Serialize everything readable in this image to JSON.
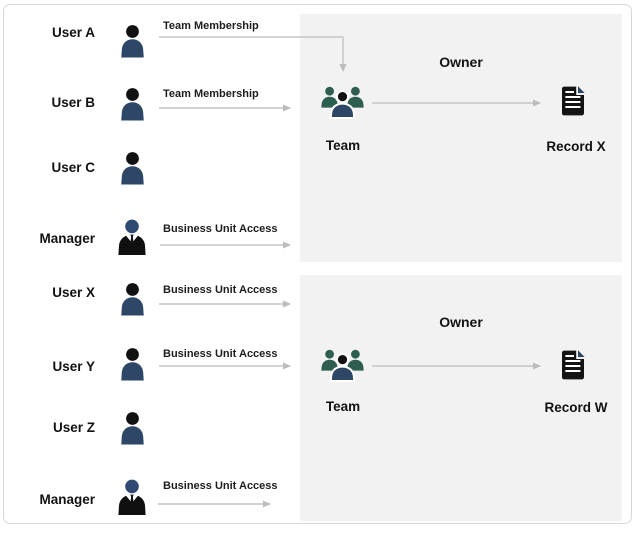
{
  "diagram": {
    "rows": [
      {
        "name": "User A",
        "icon": "user-icon",
        "relation": "Team Membership"
      },
      {
        "name": "User B",
        "icon": "user-icon",
        "relation": "Team Membership"
      },
      {
        "name": "User C",
        "icon": "user-icon",
        "relation": ""
      },
      {
        "name": "Manager",
        "icon": "manager-icon",
        "relation": "Business Unit Access"
      },
      {
        "name": "User X",
        "icon": "user-icon",
        "relation": "Business Unit Access"
      },
      {
        "name": "User Y",
        "icon": "user-icon",
        "relation": "Business Unit Access"
      },
      {
        "name": "User Z",
        "icon": "user-icon",
        "relation": ""
      },
      {
        "name": "Manager",
        "icon": "manager-icon",
        "relation": "Business Unit Access"
      }
    ],
    "groups": [
      {
        "owner": "Owner",
        "team": "Team",
        "record": "Record X"
      },
      {
        "owner": "Owner",
        "team": "Team",
        "record": "Record W"
      }
    ],
    "colors": {
      "person_body": "#2e4766",
      "person_head": "#111111",
      "manager_head": "#2e4a72",
      "manager_suit": "#101010",
      "team_member": "#2e5e51",
      "record_fold": "#2e4766",
      "box_background": "#f2f2f2",
      "arrow": "#c4c4c4"
    }
  }
}
